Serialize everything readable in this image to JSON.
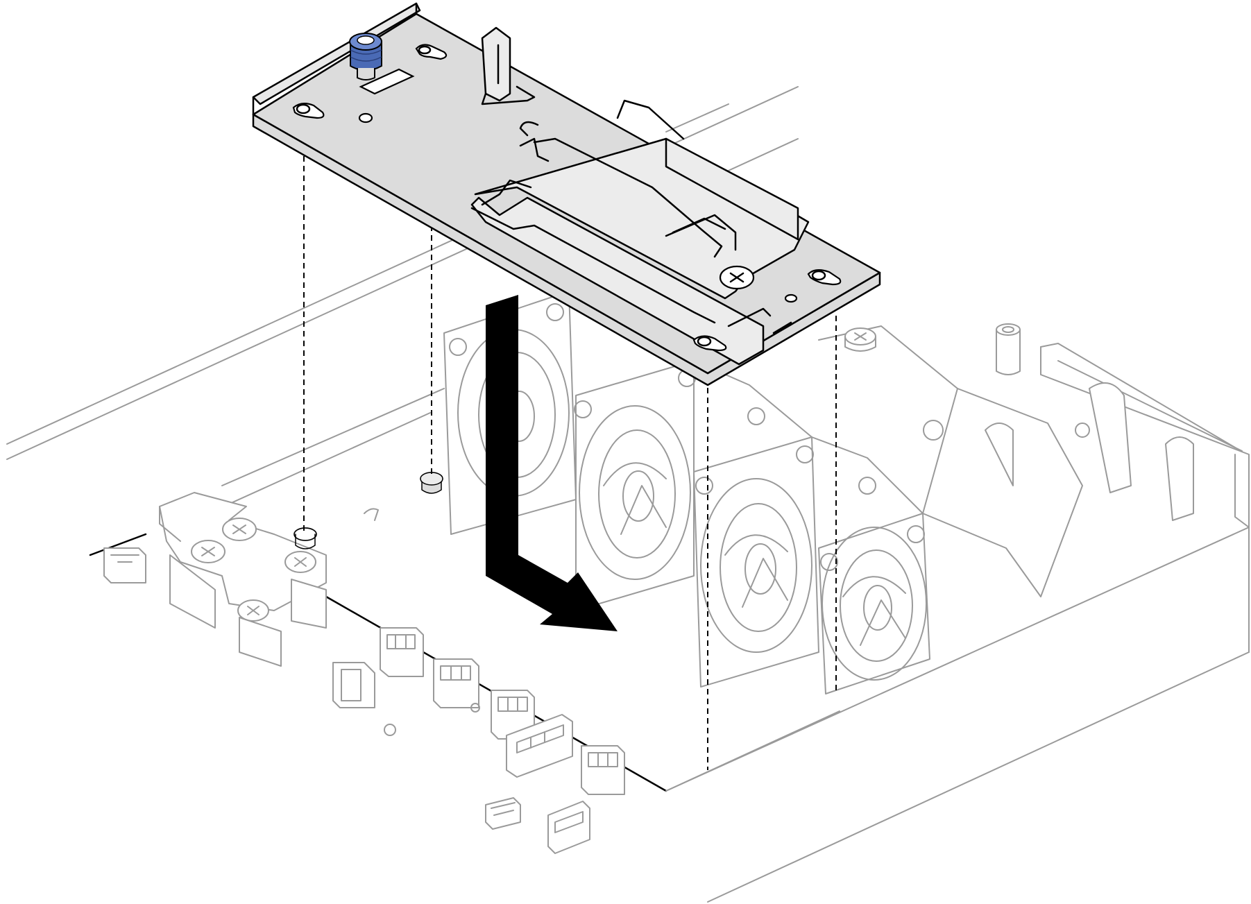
{
  "figure": {
    "style": "line-art technical illustration",
    "accent_color": "#4a6ab5",
    "plate_color": "#dcdcdc",
    "component_line_color": "#9a9a9a",
    "arrow_color": "#000000"
  },
  "parts": {
    "bracket": "mounting-bracket",
    "thumbscrew": "blue-captive-thumbscrew",
    "fans": [
      "fan-1",
      "fan-2",
      "fan-3",
      "fan-4"
    ],
    "standoffs": [
      "standoff-left",
      "standoff-center"
    ],
    "connectors_count": 9
  },
  "action": {
    "direction": "down-then-right",
    "icon": "installation-arrow"
  }
}
